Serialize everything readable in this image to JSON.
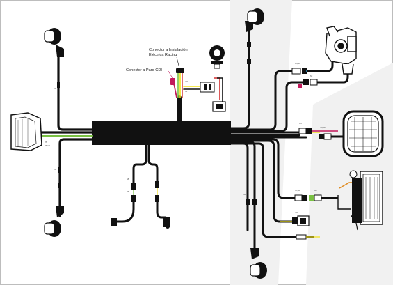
{
  "labels": {
    "racing_connector_line1": "Conector a Instalación",
    "racing_connector_line2": "Eléctrica Racing",
    "cdi_connector": "Conector a Paro CDI"
  },
  "colors": {
    "harness": "#111111",
    "background_shape": "#f1f1f1",
    "accent_green": "#7ac143",
    "accent_yellow": "#f2e21a",
    "accent_red": "#d32f2f",
    "accent_magenta": "#c2185b",
    "accent_blue": "#29a8e0",
    "accent_orange": "#e08a1e"
  }
}
